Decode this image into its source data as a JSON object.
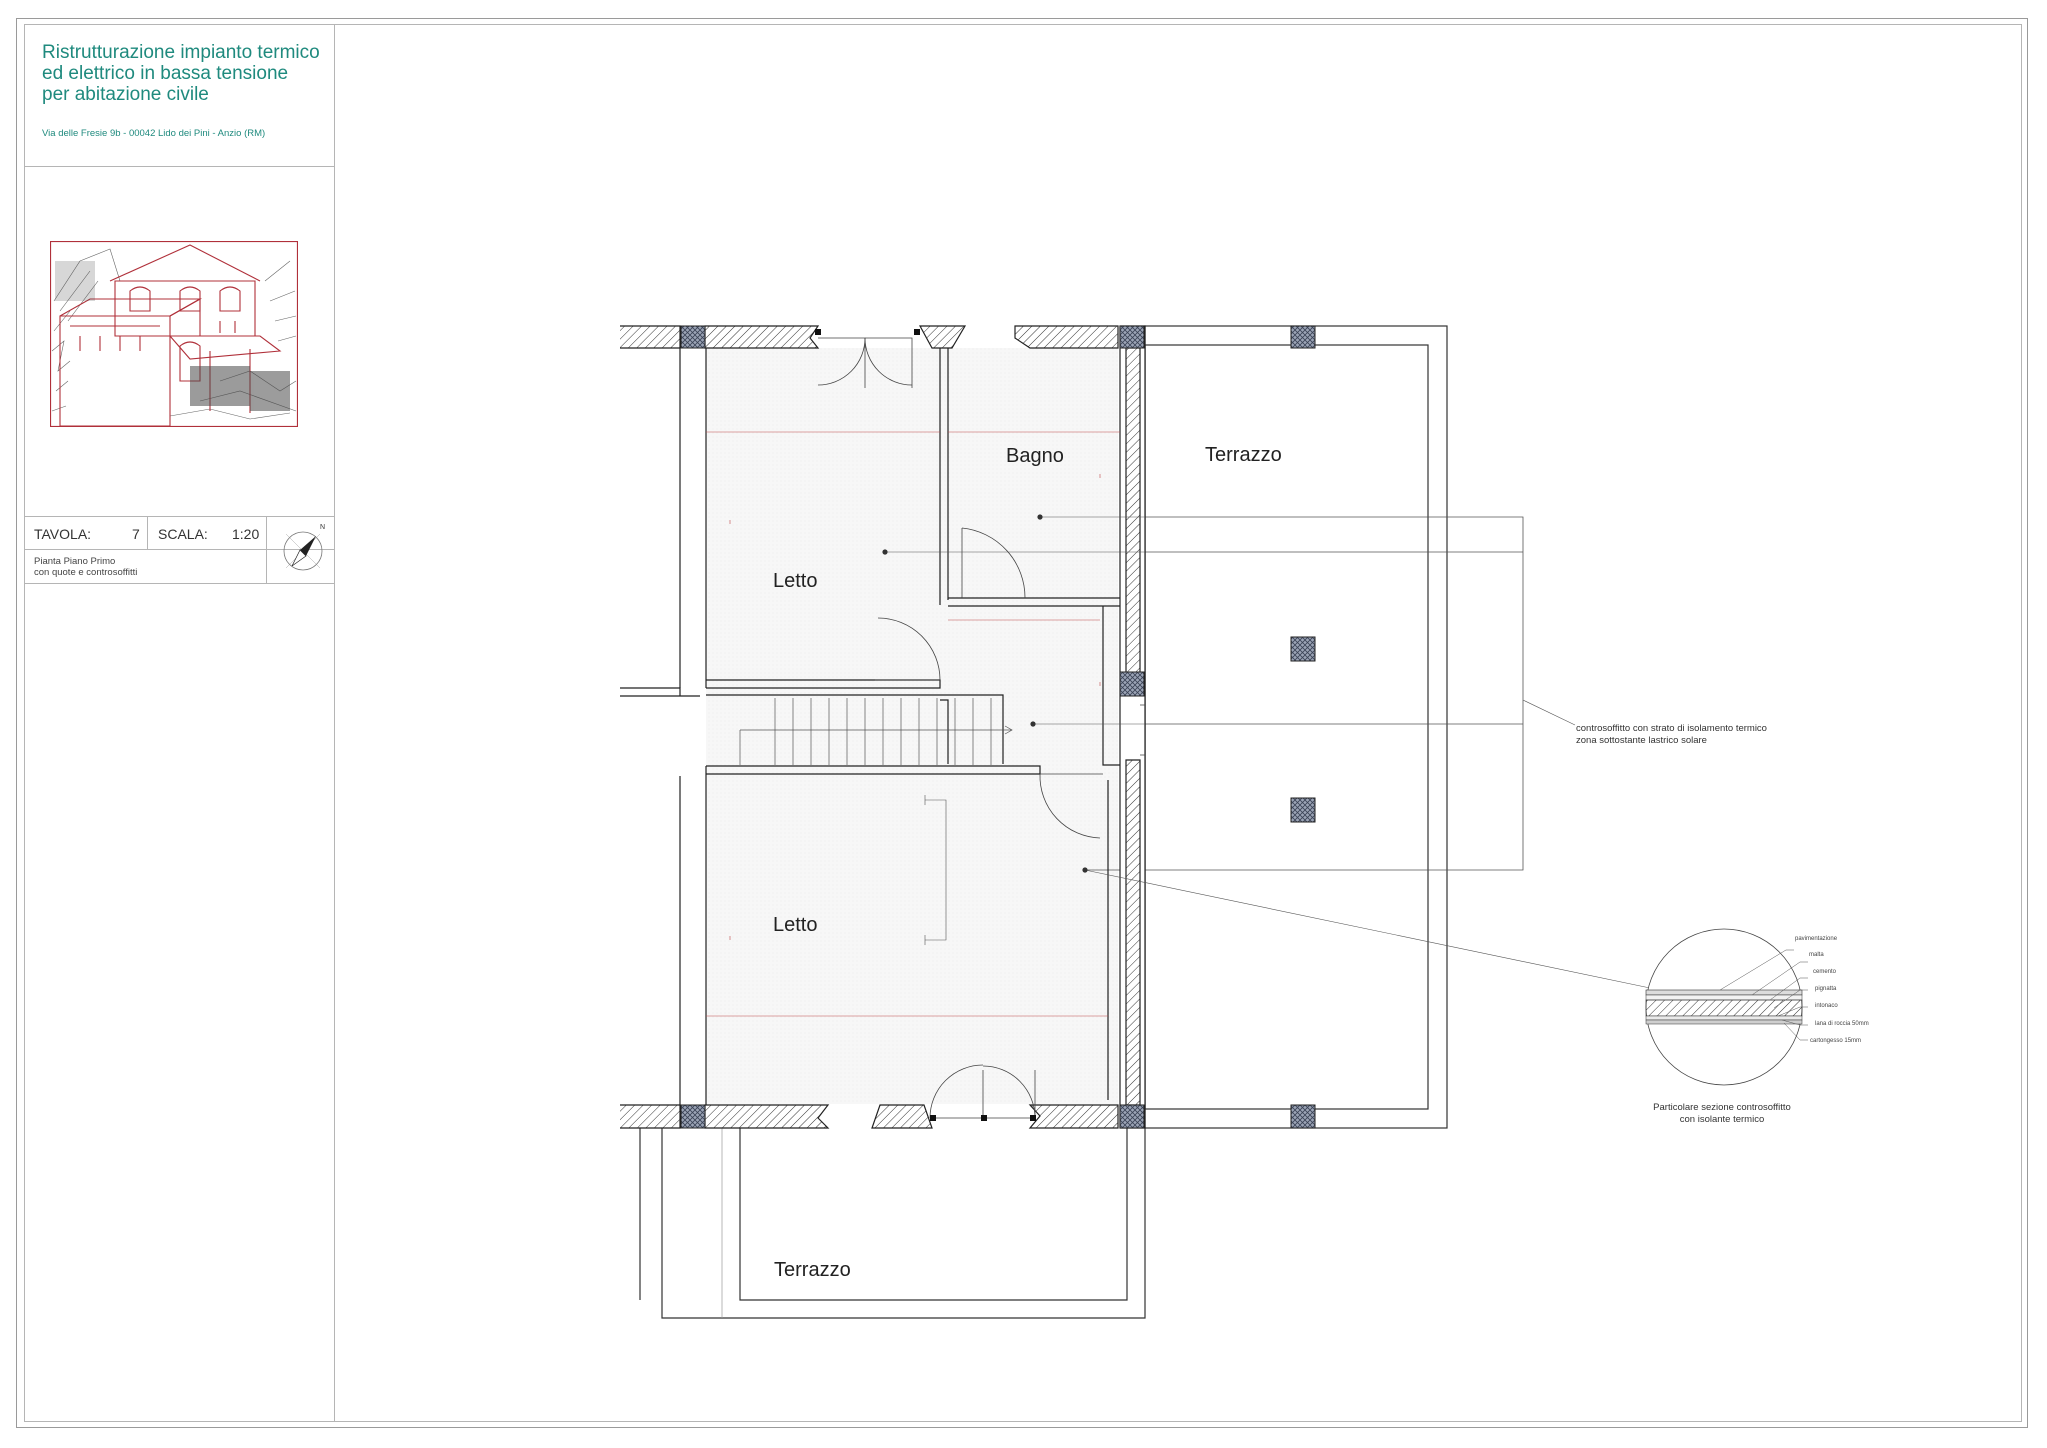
{
  "title_block": {
    "title_lines": [
      "Ristrutturazione impianto termico",
      "ed elettrico in bassa tensione",
      "per abitazione civile"
    ],
    "address": "Via delle Fresie 9b - 00042 Lido dei Pini - Anzio (RM)"
  },
  "sheet_info": {
    "tavola_label": "TAVOLA:",
    "tavola_value": "7",
    "scala_label": "SCALA:",
    "scala_value": "1:20",
    "description_lines": [
      "Pianta Piano Primo",
      "con quote e controsoffitti"
    ],
    "north_label": "N"
  },
  "plan": {
    "rooms": {
      "letto_top": "Letto",
      "bagno": "Bagno",
      "terrazzo_right": "Terrazzo",
      "letto_bottom": "Letto",
      "terrazzo_bottom": "Terrazzo"
    },
    "ceiling_note_lines": [
      "controsoffitto con strato di isolamento termico",
      "zona sottostante lastrico solare"
    ],
    "detail": {
      "layers": [
        "pavimentazione",
        "malta",
        "cemento",
        "pignatta",
        "intonaco",
        "lana di roccia 50mm",
        "cartongesso 15mm"
      ],
      "caption_lines": [
        "Particolare sezione controsoffitto",
        "con isolante termico"
      ]
    }
  },
  "colors": {
    "accent_teal": "#1f8a7e",
    "photo_red": "#b0303a",
    "frame_grey": "#b5b5b5",
    "pillar_fill": "#8a94a8"
  }
}
